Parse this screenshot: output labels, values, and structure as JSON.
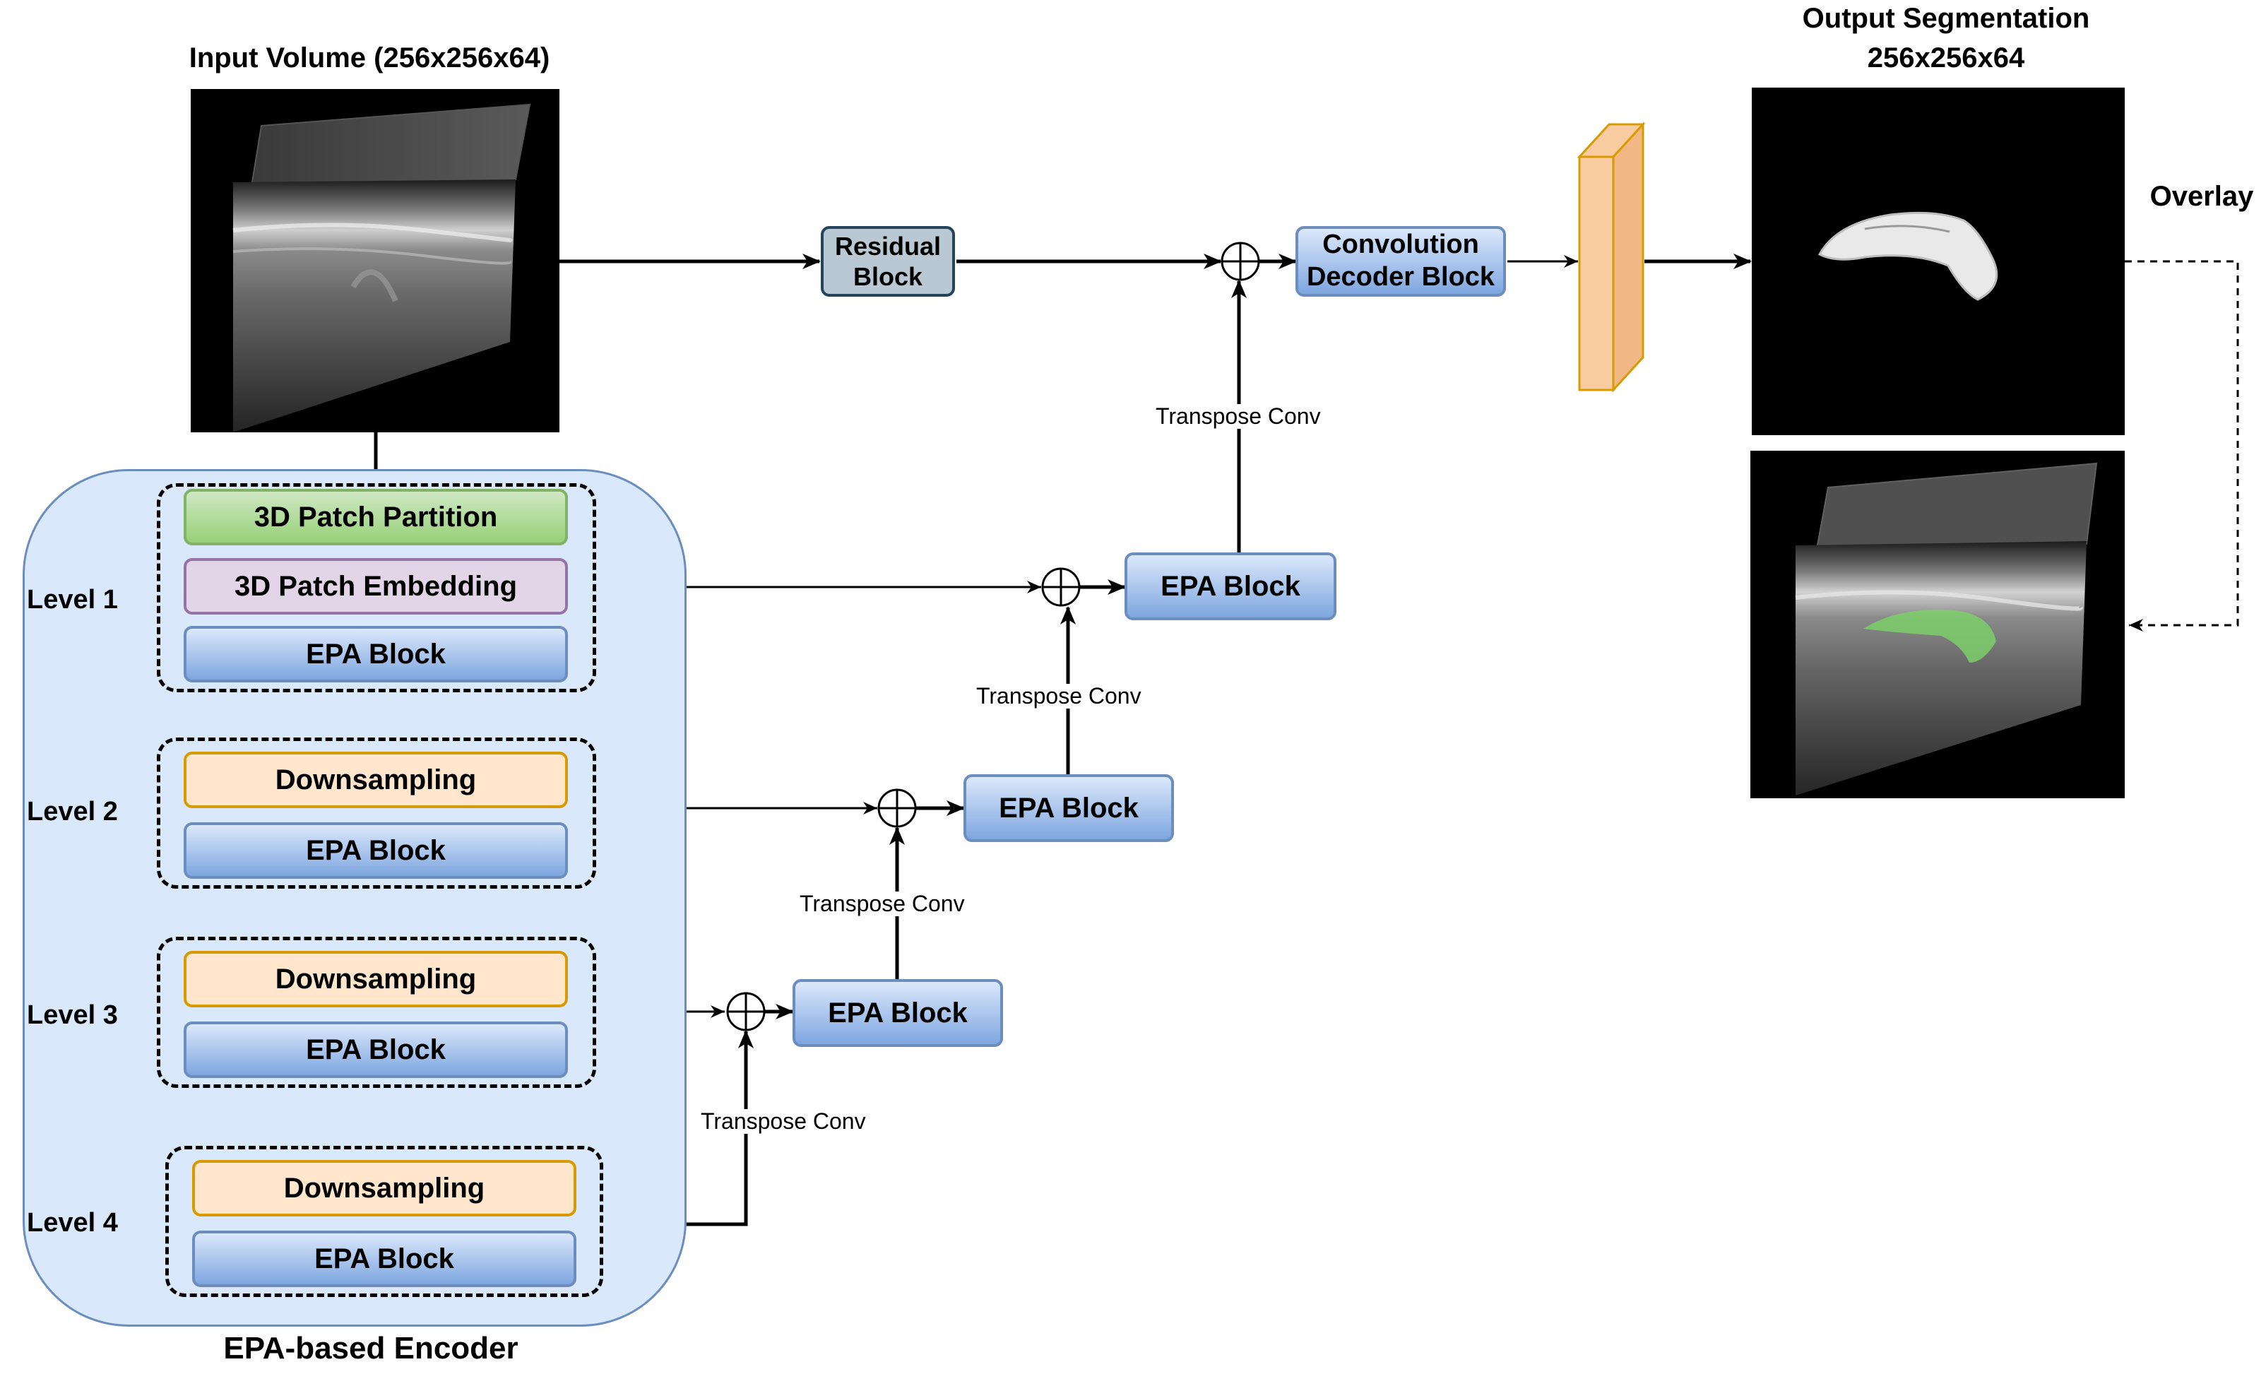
{
  "titles": {
    "input": "Input Volume (256x256x64)",
    "output_line1": "Output Segmentation",
    "output_line2": "256x256x64",
    "overlay": "Overlay",
    "encoder": "EPA-based Encoder"
  },
  "levels": [
    "Level 1",
    "Level 2",
    "Level 3",
    "Level 4"
  ],
  "encoder_blocks": {
    "patch_partition": "3D Patch Partition",
    "patch_embedding": "3D Patch Embedding",
    "epa": "EPA Block",
    "downsampling": "Downsampling"
  },
  "decoder": {
    "residual": "Residual\nBlock",
    "epa": "EPA Block",
    "conv_decoder": "Convolution\nDecoder Block",
    "transpose": "Transpose Conv"
  },
  "colors": {
    "encoder_panel": "#dae8fc",
    "epa_block": "#7ea6e0",
    "patch_partition": "#97d077",
    "patch_embedding": "#e1d5e7",
    "downsampling": "#ffe6cc",
    "residual": "#bac8d3",
    "conv_layer": "#f8cba0",
    "segmentation_overlay": "#7ccf6a"
  }
}
